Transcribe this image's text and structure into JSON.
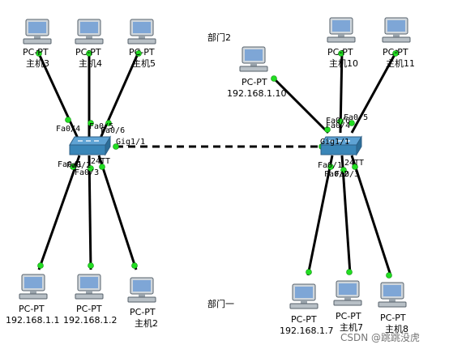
{
  "departments": {
    "dept2": "部门2",
    "dept1": "部门一"
  },
  "left_switch": {
    "ports": {
      "fa04": "Fa0/4",
      "fa05": "Fa0/5",
      "fa06": "Fa0/6",
      "fa01": "Fa0/1",
      "fa02": "Fa0/2",
      "fa03": "Fa0/3",
      "gig": "Gig1/1"
    },
    "model_frag": "24TT"
  },
  "right_switch": {
    "ports": {
      "fa04": "Fa0/4",
      "fa05": "Fa0/5",
      "fa06": "Fa0/6",
      "fa01": "Fa0/1",
      "fa02": "Fa0/2",
      "fa03": "Fa0/3",
      "gig": "Gig1/1"
    },
    "model_frag": "24TT"
  },
  "pcs": [
    {
      "type": "PC-PT",
      "name": "主机3"
    },
    {
      "type": "PC-PT",
      "name": "主机4"
    },
    {
      "type": "PC-PT",
      "name": "主机5"
    },
    {
      "type": "PC-PT",
      "name": "192.168.1.1"
    },
    {
      "type": "PC-PT",
      "name": "192.168.1.2"
    },
    {
      "type": "PC-PT",
      "name": "主机2"
    },
    {
      "type": "PC-PT",
      "name": "192.168.1.10"
    },
    {
      "type": "PC-PT",
      "name": "主机10"
    },
    {
      "type": "PC-PT",
      "name": "主机11"
    },
    {
      "type": "PC-PT",
      "name": "192.168.1.7"
    },
    {
      "type": "PC-PT",
      "name": "主机7"
    },
    {
      "type": "PC-PT",
      "name": "主机8"
    }
  ],
  "watermark": "CSDN @跳跳没虎",
  "colors": {
    "link": "#000000",
    "link_up": "#22dd22",
    "pc_screen": "#7ea6d6",
    "switch_body": "#3a86b8"
  }
}
